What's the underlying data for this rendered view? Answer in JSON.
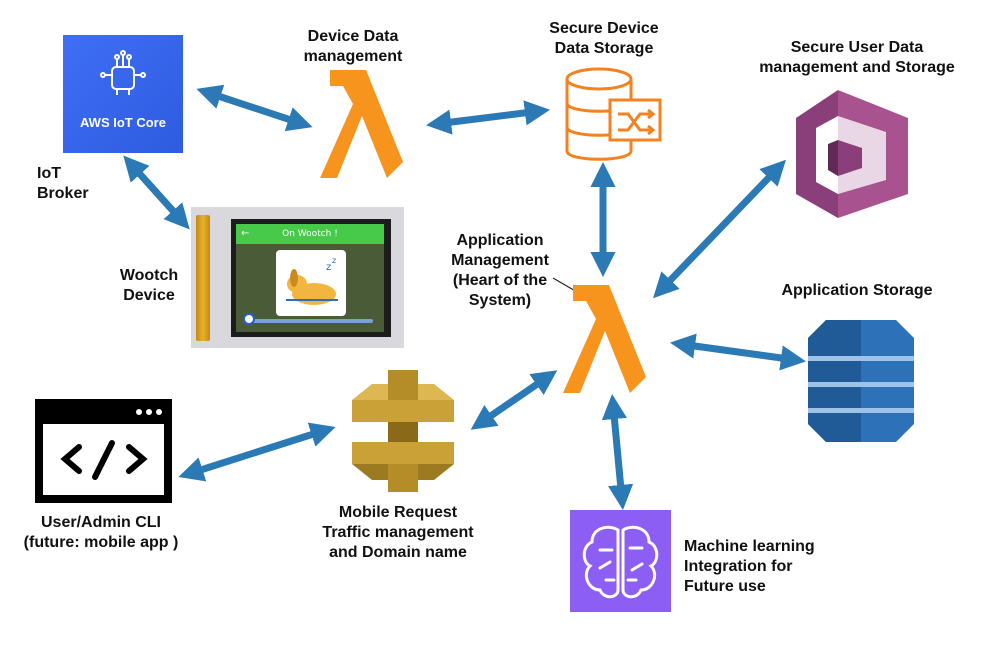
{
  "diagram": {
    "nodes": [
      {
        "id": "iot-core",
        "icon": "aws-iot-core-icon",
        "icon_text": "AWS IoT Core",
        "label_lines": [
          "IoT",
          "Broker"
        ],
        "color": "#3264ec"
      },
      {
        "id": "device-data",
        "icon": "lambda-icon",
        "label_lines": [
          "Device Data",
          "management"
        ],
        "color": "#f7941d"
      },
      {
        "id": "device-storage",
        "icon": "database-icon",
        "label_lines": [
          "Secure Device",
          "Data Storage"
        ],
        "color": "#f7941d"
      },
      {
        "id": "user-data",
        "icon": "cognito-icon",
        "label_lines": [
          "Secure User Data",
          "management and Storage"
        ],
        "color": "#8a3f7b"
      },
      {
        "id": "wootch-device",
        "icon": "device-photo",
        "label_lines": [
          "Wootch",
          "Device"
        ],
        "screen_text": "On Wootch !"
      },
      {
        "id": "app-mgmt",
        "icon": "lambda-icon",
        "label_lines": [
          "Application",
          "Management",
          "(Heart of the",
          "System)"
        ],
        "color": "#f7941d"
      },
      {
        "id": "app-storage",
        "icon": "dynamodb-icon",
        "label_lines": [
          "Application Storage"
        ],
        "color": "#2d72b8"
      },
      {
        "id": "cli",
        "icon": "terminal-icon",
        "label_lines": [
          "User/Admin CLI",
          "(future: mobile app )"
        ],
        "color": "#000000"
      },
      {
        "id": "api-gateway",
        "icon": "api-gateway-icon",
        "label_lines": [
          "Mobile Request",
          "Traffic management",
          "and Domain name"
        ],
        "color": "#c9a136"
      },
      {
        "id": "ml",
        "icon": "sagemaker-icon",
        "label_lines": [
          "Machine learning",
          "Integration for",
          "Future use"
        ],
        "color": "#8c5ef3"
      }
    ],
    "connections": [
      {
        "from": "iot-core",
        "to": "device-data",
        "type": "bidirectional"
      },
      {
        "from": "device-data",
        "to": "device-storage",
        "type": "bidirectional"
      },
      {
        "from": "iot-core",
        "to": "wootch-device",
        "type": "bidirectional"
      },
      {
        "from": "device-storage",
        "to": "app-mgmt",
        "type": "bidirectional"
      },
      {
        "from": "user-data",
        "to": "app-mgmt",
        "type": "bidirectional"
      },
      {
        "from": "app-mgmt",
        "to": "app-storage",
        "type": "bidirectional"
      },
      {
        "from": "app-mgmt",
        "to": "api-gateway",
        "type": "bidirectional"
      },
      {
        "from": "api-gateway",
        "to": "cli",
        "type": "bidirectional"
      },
      {
        "from": "app-mgmt",
        "to": "ml",
        "type": "bidirectional"
      }
    ],
    "arrow_color": "#2c7ab5"
  }
}
